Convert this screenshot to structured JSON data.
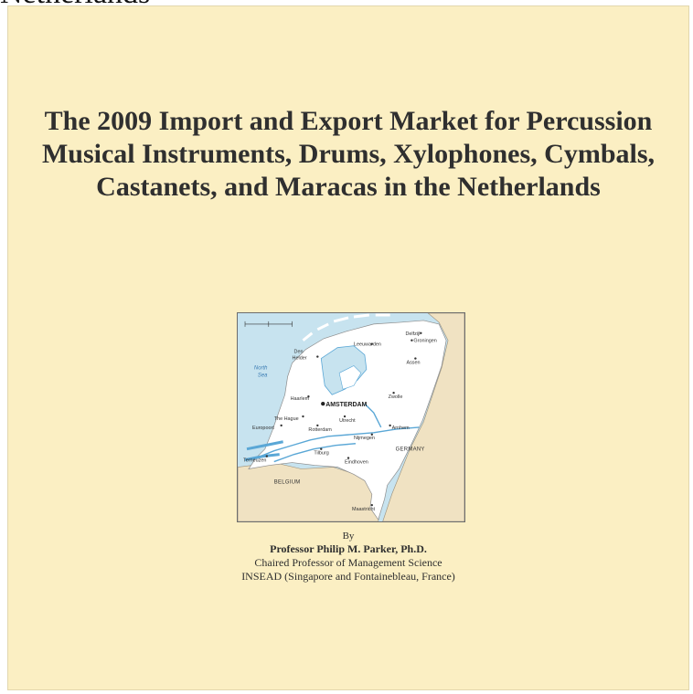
{
  "overflow_text": "Netherlands",
  "book": {
    "title": "The 2009 Import and Export Market for Percussion Musical Instruments, Drums, Xylophones, Cymbals, Castanets, and Maracas in the Netherlands",
    "by_label": "By",
    "author": "Professor Philip M. Parker, Ph.D.",
    "author_role": "Chaired Professor of Management Science",
    "institution": "INSEAD (Singapore and Fontainebleau, France)"
  },
  "map": {
    "sea_label_line1": "North",
    "sea_label_line2": "Sea",
    "country_germany": "GERMANY",
    "country_belgium": "BELGIUM",
    "capital": "AMSTERDAM",
    "cities": {
      "den_helder_1": "Den",
      "den_helder_2": "Helder",
      "leeuwarden": "Leeuwarden",
      "groningen": "Groningen",
      "assen": "Assen",
      "zwolle": "Zwolle",
      "haarlem": "Haarlem",
      "the_hague": "The Hague",
      "europoort": "Europoort",
      "rotterdam": "Rotterdam",
      "utrecht": "Utrecht",
      "arnhem": "Arnhem",
      "nijmegen": "Nijmegen",
      "tilburg": "Tilburg",
      "eindhoven": "Eindhoven",
      "terneuzen": "Terneuzen",
      "maastricht": "Maastricht",
      "delfzijl": "Delfzijl"
    }
  },
  "colors": {
    "cover_background": "#fbefc3",
    "title_text": "#2f2f2f",
    "sea": "#c7e3ef",
    "netherlands": "#ffffff",
    "neighbors": "#f0e2c2",
    "water": "#5aa7d6"
  }
}
